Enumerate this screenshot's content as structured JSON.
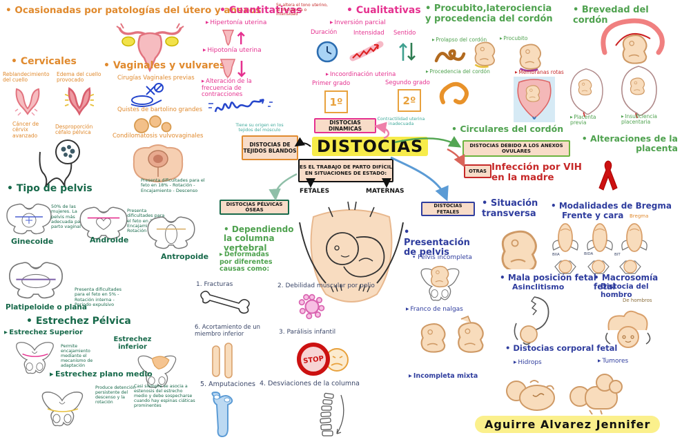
{
  "palette": {
    "orange": "#E08A2E",
    "pink": "#E5318F",
    "green": "#4FA24F",
    "dark_green": "#17694A",
    "blue": "#2F3D9E",
    "red": "#C62828",
    "teal": "#3FA99B",
    "navy": "#3A4668",
    "highlight_yellow": "#F7EC4A",
    "box_bg": "#F8DCC8"
  },
  "header": {
    "title_main": "DISTOCIAS",
    "definition": "ES EL TRABAJO DE PARTO DIFÍCIL EN SITUACIONES DE ESTADO:",
    "fetales_label": "FETALES",
    "maternas_label": "MATERNAS"
  },
  "boxes": {
    "dinamicas": "DISTOCIAS DINAMICAS",
    "dinamicas_note": "Contractilidad uterina inadecuada",
    "tejidos": "DISTOCIAS DE TEJIDOS BLANDOS",
    "tejidos_note": "Tiene su origen en los tejidos del músculo",
    "pelvicas": "DISTOCIAS PÉLVICAS ÓSEAS",
    "anexos": "DISTOCIAS DEBIDO A LOS ANEXOS OVULARES",
    "otras": "OTRAS",
    "otras_text": "Infección por VIH en la madre",
    "fetales": "DISTOCIAS FETALES"
  },
  "utero": {
    "title": "Ocasionadas por patologías del útero y anexos"
  },
  "cervicales": {
    "title": "Cervicales",
    "reblandecimiento": "Reblandecimiento del cuello",
    "edema": "Edema del cuello provocado",
    "cancer": "Cáncer de cérvix avanzado",
    "desproporcion": "Desproporción céfalo pélvica"
  },
  "vaginales": {
    "title": "Vaginales y vulvares",
    "cirugias": "Cirugías Vaginales previas",
    "quistes": "Quistes de bartolino grandes",
    "condilomatosis": "Condilomatosis vulvovaginales"
  },
  "cuantitativas": {
    "title": "Cuantitativas",
    "note": "Se altera el tono uterino, la frecuencia o intensidad",
    "hipertonia": "Hipertonía uterina",
    "hipotonia": "Hipotonía uterina",
    "alteracion": "Alteración de la frecuencia de contracciones"
  },
  "cualitativas": {
    "title": "Cualitativas",
    "inversion": "Inversión parcial",
    "duracion": "Duración",
    "intensidad": "Intensidad",
    "sentido": "Sentido",
    "incoordinacion": "Incoordinación uterina",
    "primer": "Primer grado",
    "segundo": "Segundo grado",
    "grado1": "1º",
    "grado2": "2º"
  },
  "cordon": {
    "title": "Procubito,laterociencia y procedencia del cordón",
    "prolapso": "Prolapso del cordón",
    "procubito": "Procubito",
    "procedencia": "Procedencia del cordón",
    "membranas": "Membranas rotas",
    "circulares": "Circulares del cordón",
    "brevedad": "Brevedad del cordón"
  },
  "placenta": {
    "previa": "Placenta previa",
    "insuficiencia": "Insuficiencia placentaria",
    "alteraciones": "Alteraciones de la placenta"
  },
  "pelvis": {
    "title": "Tipo de pelvis",
    "ginecoide": "Ginecoide",
    "ginecoide_note": "50% de las mujeres. La pelvis más adecuada para el parto vaginal",
    "androide": "Androide",
    "androide_note": "Presenta dificultades para el feto en 26% - Encajamiento - Rotación",
    "antropoide": "Antropoide",
    "antropoide_note": "Presenta dificultades para el feto en 18% - Rotación - Encajamiento - Descenso",
    "platipeloide": "Platipeloide o plana",
    "platipeloide_note": "Presenta dificultades para el feto en 5% - Rotación interna - Periodo expulsivo"
  },
  "estrechez": {
    "title": "Estrechez Pélvica",
    "superior": "Estrechez Superior",
    "superior_note": "Permite encajamiento mediante el mecanismo de adaptación",
    "inferior": "Estrechez inferior",
    "inferior_note": "Casi siempre se asocia a estenosis del estrecho medio y debe sospecharse cuando hay espinas ciáticas prominentes",
    "medio": "Estrechez plano medio",
    "medio_note": "Produce detención persistente del descenso y la rotación"
  },
  "oseas": {
    "dependiendo": "Dependiendo la columna vertebral",
    "deformadas": "Deformadas por diferentes causas como:",
    "i1": "1. Fracturas",
    "i2": "2. Debilidad muscular por polio",
    "i3": "3. Parálisis infantil",
    "i4": "4. Desviaciones de la columna",
    "i5": "5. Amputaciones",
    "i6": "6. Acortamiento de un miembro inferior",
    "stop": "STOP"
  },
  "fetales": {
    "situacion": "Situación transversa",
    "presentacion": "Presentación de pelvis",
    "pelvis_incompleta": "Pelvis incompleta",
    "franco": "Franco de nalgas",
    "incompleta_mixta": "Incompleta mixta",
    "mala_posicion": "Mala posición fetal",
    "asinclitismo": "Asinclitismo",
    "modalidades": "Modalidades de Bregma",
    "frente_cara": "Frente y cara",
    "bregma": "Bregma",
    "biia": "BIIA",
    "bida": "BIDA",
    "bit": "BIT",
    "macrosomia": "Macrosomía fetal",
    "hombro": "Distocia del hombro",
    "de_hombros": "De hombros",
    "corporal": "Distocias corporal fetal",
    "hidrops": "Hidrops",
    "tumores": "Tumores"
  },
  "signature": "Aguirre Alvarez Jennifer"
}
